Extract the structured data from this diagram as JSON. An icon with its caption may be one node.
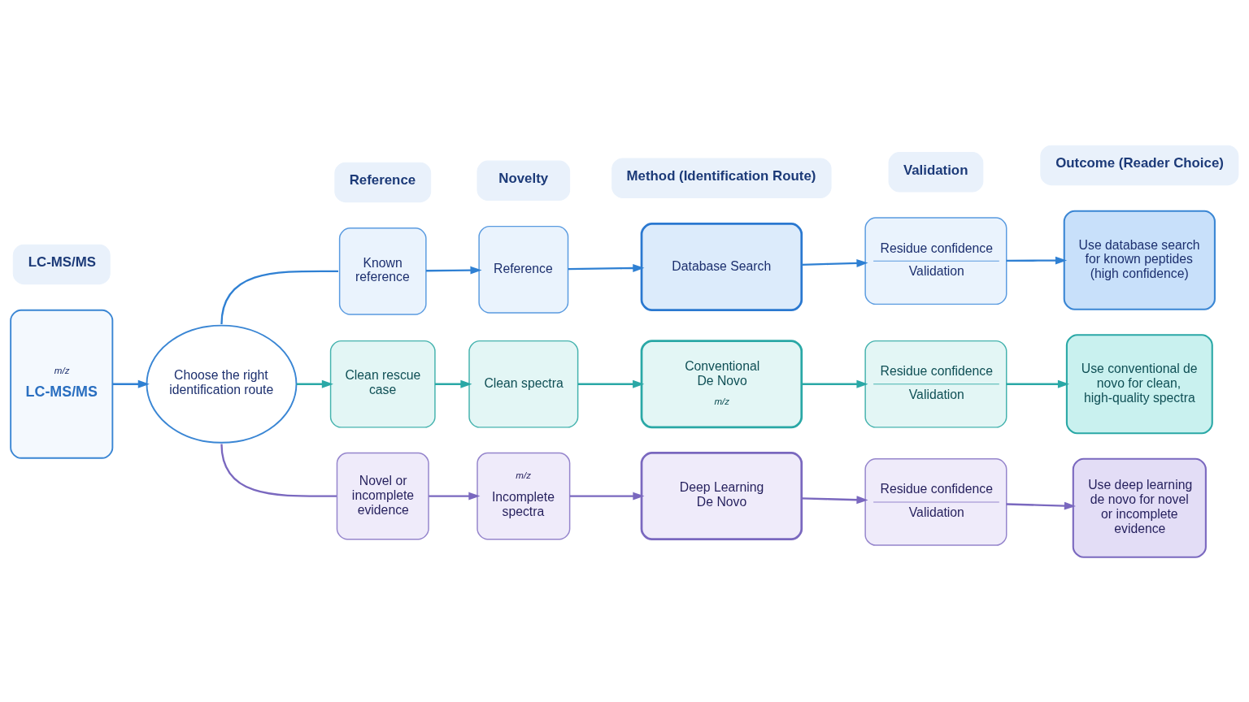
{
  "diagram": {
    "nodes": [
      {
        "text": [
          "LC-MS/MS"
        ]
      },
      {
        "text": [
          "Reference"
        ]
      },
      {
        "text": [
          "Novelty"
        ]
      },
      {
        "text": [
          "Method (Identification Route)"
        ]
      },
      {
        "text": [
          "Validation"
        ]
      },
      {
        "text": [
          "Outcome (Reader Choice)"
        ]
      },
      {
        "text": [
          "m/z",
          "LC-MS/MS"
        ]
      },
      {
        "text": [
          "Choose the right identification route"
        ]
      },
      {
        "text": [
          "Known reference"
        ]
      },
      {
        "text": [
          "Reference"
        ]
      },
      {
        "text": [
          "Database Search"
        ]
      },
      {
        "text": [
          "Residue confidence",
          "Validation"
        ]
      },
      {
        "text": [
          "Use database search for known peptides (high confidence)"
        ]
      },
      {
        "text": [
          "Clean rescue case"
        ]
      },
      {
        "text": [
          "Clean spectra"
        ]
      },
      {
        "text": [
          "Conventional De Novo",
          "m/z"
        ]
      },
      {
        "text": [
          "Residue confidence",
          "Validation"
        ]
      },
      {
        "text": [
          "Use conventional de novo for clean, high-quality spectra"
        ]
      },
      {
        "text": [
          "Novel or incomplete evidence"
        ]
      },
      {
        "text": [
          "m/z",
          "Incomplete spectra"
        ]
      },
      {
        "text": [
          "Deep Learning De Novo"
        ]
      },
      {
        "text": [
          "Residue confidence",
          "Validation"
        ]
      },
      {
        "text": [
          "Use deep learning de novo for novel or incomplete evidence"
        ]
      }
    ],
    "edges": [
      {
        "from": 6,
        "to": 7,
        "arrow": "to"
      },
      {
        "from": 7,
        "to": 8,
        "arrow": "none"
      },
      {
        "from": 8,
        "to": 9,
        "arrow": "to"
      },
      {
        "from": 9,
        "to": 10,
        "arrow": "to"
      },
      {
        "from": 10,
        "to": 11,
        "arrow": "to"
      },
      {
        "from": 11,
        "to": 12,
        "arrow": "to"
      },
      {
        "from": 7,
        "to": 13,
        "arrow": "to",
        "color": "#2aa8a6"
      },
      {
        "from": 13,
        "to": 14,
        "arrow": "to",
        "color": "#2aa8a6"
      },
      {
        "from": 14,
        "to": 15,
        "arrow": "to",
        "color": "#2aa8a6"
      },
      {
        "from": 15,
        "to": 16,
        "arrow": "to",
        "color": "#2aa8a6"
      },
      {
        "from": 16,
        "to": 17,
        "arrow": "to",
        "color": "#2aa8a6"
      },
      {
        "from": 7,
        "to": 18,
        "arrow": "none",
        "color": "#7a68bf"
      },
      {
        "from": 18,
        "to": 19,
        "arrow": "to",
        "color": "#7a68bf"
      },
      {
        "from": 19,
        "to": 20,
        "arrow": "to",
        "color": "#7a68bf"
      },
      {
        "from": 20,
        "to": 21,
        "arrow": "to",
        "color": "#7a68bf"
      },
      {
        "from": 21,
        "to": 22,
        "arrow": "to",
        "color": "#7a68bf"
      }
    ]
  }
}
